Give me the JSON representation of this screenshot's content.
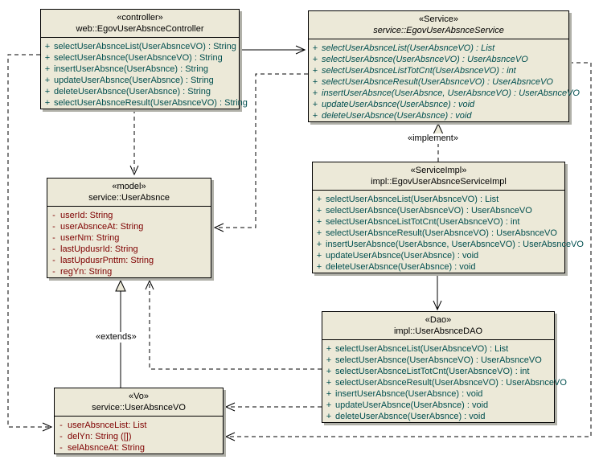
{
  "diagram": {
    "colors": {
      "box_fill": "#ece9d8",
      "box_border": "#000000",
      "box_shadow": "#b0b0a8",
      "method_text": "#004f4f",
      "attribute_text": "#7f0000",
      "background": "#ffffff"
    },
    "labels": {
      "implement": "«implement»",
      "extends": "«extends»"
    },
    "classes": [
      {
        "id": "controller",
        "stereotype": "«controller»",
        "name": "web::EgovUserAbsnceController",
        "member_kind": "methods",
        "members": [
          {
            "vis": "+",
            "text": "selectUserAbsnceList(UserAbsnceVO) : String"
          },
          {
            "vis": "+",
            "text": "selectUserAbsnce(UserAbsnceVO) : String"
          },
          {
            "vis": "+",
            "text": "insertUserAbsnce(UserAbsnce) : String"
          },
          {
            "vis": "+",
            "text": "updateUserAbsnce(UserAbsnce) : String"
          },
          {
            "vis": "+",
            "text": "deleteUserAbsnce(UserAbsnce) : String"
          },
          {
            "vis": "+",
            "text": "selectUserAbsnceResult(UserAbsnceVO) : String"
          }
        ]
      },
      {
        "id": "service",
        "stereotype": "«Service»",
        "name": "service::EgovUserAbsnceService",
        "member_kind": "methods",
        "members": [
          {
            "vis": "+",
            "text": "selectUserAbsnceList(UserAbsnceVO) : List"
          },
          {
            "vis": "+",
            "text": "selectUserAbsnce(UserAbsnceVO) : UserAbsnceVO"
          },
          {
            "vis": "+",
            "text": "selectUserAbsnceListTotCnt(UserAbsnceVO) : int"
          },
          {
            "vis": "+",
            "text": "selectUserAbsnceResult(UserAbsnceVO) : UserAbsnceVO"
          },
          {
            "vis": "+",
            "text": "insertUserAbsnce(UserAbsnce, UserAbsnceVO) : UserAbsnceVO"
          },
          {
            "vis": "+",
            "text": "updateUserAbsnce(UserAbsnce) : void"
          },
          {
            "vis": "+",
            "text": "deleteUserAbsnce(UserAbsnce) : void"
          }
        ]
      },
      {
        "id": "model",
        "stereotype": "«model»",
        "name": "service::UserAbsnce",
        "member_kind": "attributes",
        "members": [
          {
            "vis": "-",
            "text": "userId: String"
          },
          {
            "vis": "-",
            "text": "userAbsnceAt: String"
          },
          {
            "vis": "-",
            "text": "userNm: String"
          },
          {
            "vis": "-",
            "text": "lastUpdusrId: String"
          },
          {
            "vis": "-",
            "text": "lastUpdusrPnttm: String"
          },
          {
            "vis": "-",
            "text": "regYn: String"
          }
        ]
      },
      {
        "id": "serviceimpl",
        "stereotype": "«ServiceImpl»",
        "name": "impl::EgovUserAbsnceServiceImpl",
        "member_kind": "methods",
        "members": [
          {
            "vis": "+",
            "text": "selectUserAbsnceList(UserAbsnceVO) : List"
          },
          {
            "vis": "+",
            "text": "selectUserAbsnce(UserAbsnceVO) : UserAbsnceVO"
          },
          {
            "vis": "+",
            "text": "selectUserAbsnceListTotCnt(UserAbsnceVO) : int"
          },
          {
            "vis": "+",
            "text": "selectUserAbsnceResult(UserAbsnceVO) : UserAbsnceVO"
          },
          {
            "vis": "+",
            "text": "insertUserAbsnce(UserAbsnce, UserAbsnceVO) : UserAbsnceVO"
          },
          {
            "vis": "+",
            "text": "updateUserAbsnce(UserAbsnce) : void"
          },
          {
            "vis": "+",
            "text": "deleteUserAbsnce(UserAbsnce) : void"
          }
        ]
      },
      {
        "id": "dao",
        "stereotype": "«Dao»",
        "name": "impl::UserAbsnceDAO",
        "member_kind": "methods",
        "members": [
          {
            "vis": "+",
            "text": "selectUserAbsnceList(UserAbsnceVO) : List"
          },
          {
            "vis": "+",
            "text": "selectUserAbsnce(UserAbsnceVO) : UserAbsnceVO"
          },
          {
            "vis": "+",
            "text": "selectUserAbsnceListTotCnt(UserAbsnceVO) : int"
          },
          {
            "vis": "+",
            "text": "selectUserAbsnceResult(UserAbsnceVO) : UserAbsnceVO"
          },
          {
            "vis": "+",
            "text": "insertUserAbsnce(UserAbsnce) : void"
          },
          {
            "vis": "+",
            "text": "updateUserAbsnce(UserAbsnce) : void"
          },
          {
            "vis": "+",
            "text": "deleteUserAbsnce(UserAbsnce) : void"
          }
        ]
      },
      {
        "id": "vo",
        "stereotype": "«Vo»",
        "name": "service::UserAbsnceVO",
        "member_kind": "attributes",
        "members": [
          {
            "vis": "-",
            "text": "userAbsnceList: List"
          },
          {
            "vis": "-",
            "text": "delYn: String ([])"
          },
          {
            "vis": "-",
            "text": "selAbsnceAt: String"
          }
        ]
      }
    ],
    "relationships": [
      {
        "from": "controller",
        "to": "service",
        "type": "association",
        "line": "solid",
        "arrow": "open"
      },
      {
        "from": "controller",
        "to": "model",
        "type": "dependency",
        "line": "dashed",
        "arrow": "open"
      },
      {
        "from": "controller",
        "to": "vo",
        "type": "dependency",
        "line": "dashed",
        "arrow": "open"
      },
      {
        "from": "serviceimpl",
        "to": "service",
        "type": "realization",
        "line": "dashed",
        "arrow": "triangle",
        "label": "«implement»"
      },
      {
        "from": "service",
        "to": "model",
        "type": "dependency",
        "line": "dashed",
        "arrow": "open"
      },
      {
        "from": "service",
        "to": "vo",
        "type": "dependency",
        "line": "dashed",
        "arrow": "open"
      },
      {
        "from": "vo",
        "to": "model",
        "type": "generalization",
        "line": "solid",
        "arrow": "triangle",
        "label": "«extends»"
      },
      {
        "from": "dao",
        "to": "model",
        "type": "dependency",
        "line": "dashed",
        "arrow": "open"
      },
      {
        "from": "dao",
        "to": "vo",
        "type": "dependency",
        "line": "dashed",
        "arrow": "open"
      },
      {
        "from": "serviceimpl",
        "to": "dao",
        "type": "association",
        "line": "solid",
        "arrow": "open"
      }
    ]
  }
}
